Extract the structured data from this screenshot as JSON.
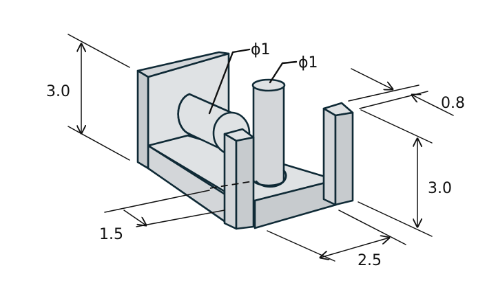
{
  "diagram": {
    "labels": {
      "dim_height_left": "3.0",
      "dim_height_right": "3.0",
      "dim_wall_thickness": "0.8",
      "dim_offset": "1.5",
      "dim_width": "2.5",
      "dim_dia_horizontal_pin": "ϕ1",
      "dim_dia_vertical_pin": "ϕ1"
    },
    "colors": {
      "body": "#d3d6d9",
      "outline": "#0f2a36",
      "dimension_lines": "#111111"
    }
  }
}
